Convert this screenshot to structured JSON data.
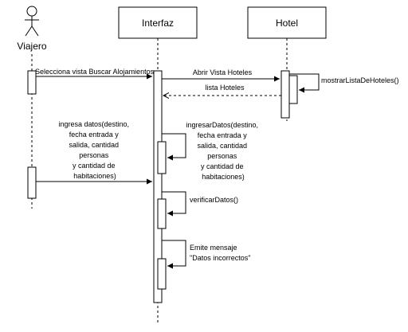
{
  "participants": {
    "actor": "Viajero",
    "interfaz": "Interfaz",
    "hotel": "Hotel"
  },
  "messages": {
    "m1": "Selecciona vista Buscar Alojamientos",
    "m2": "Abrir Vista Hoteles",
    "m3": "mostrarListaDeHoteles()",
    "m4": "lista Hoteles",
    "m5": [
      "ingresa datos(destino,",
      "fecha entrada y",
      "salida, cantidad",
      "personas",
      "y cantidad de",
      "habitaciones)"
    ],
    "m6": [
      "ingresarDatos(destino,",
      "fecha entrada y",
      "salida, cantidad",
      "personas",
      "y cantidad de",
      "habitaciones)"
    ],
    "m7": "verificarDatos()",
    "m8": [
      "Emite mensaje",
      "\"Datos incorrectos\""
    ]
  }
}
